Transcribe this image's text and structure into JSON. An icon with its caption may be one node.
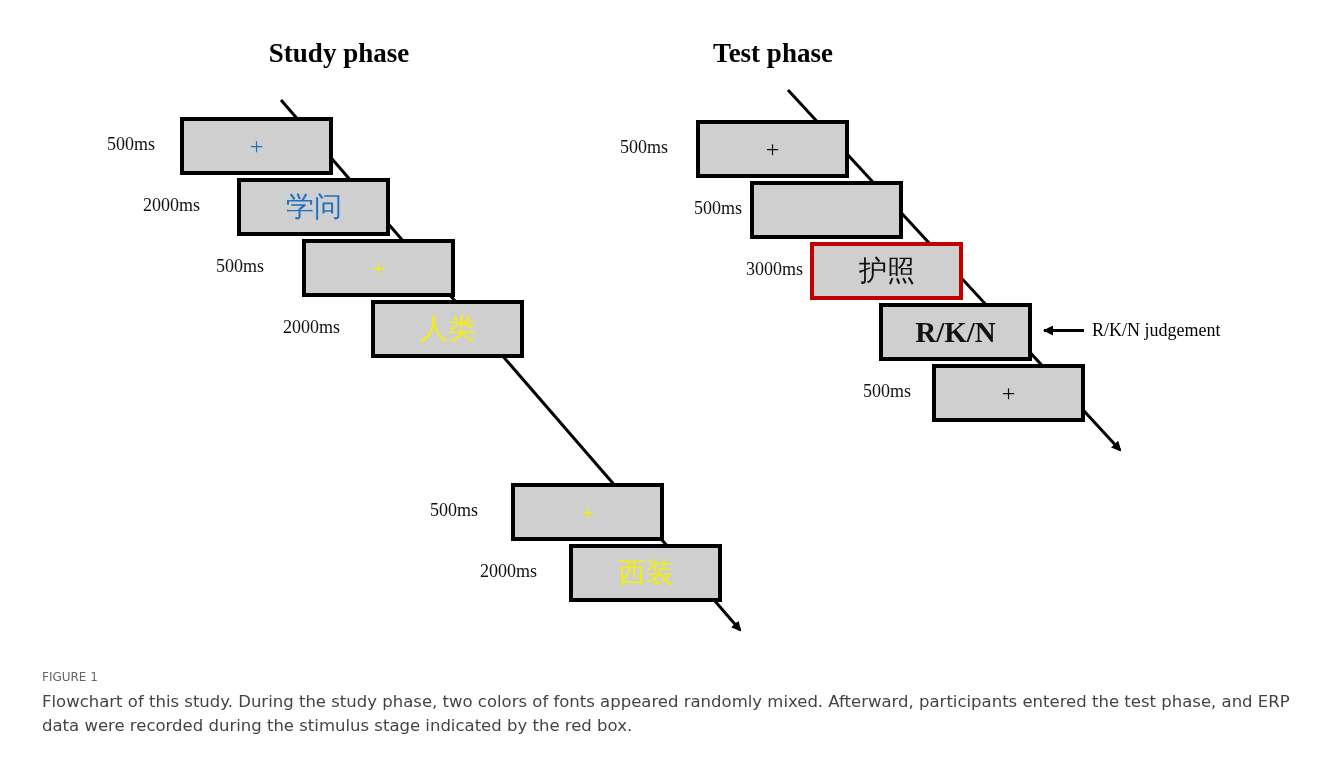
{
  "diagram": {
    "caption": "Flowchart of this study. During the study phase, two colors of fonts appeared randomly mixed. Afterward, participants entered the test phase, and ERP data were recorded during the stimulus stage indicated by the red box.",
    "nodes": [
      {
        "text": [
          "+"
        ],
        "beside": [
          "500ms"
        ]
      },
      {
        "text": [
          "学问"
        ],
        "beside": [
          "2000ms"
        ]
      },
      {
        "text": [
          "+"
        ],
        "beside": [
          "500ms"
        ]
      },
      {
        "text": [
          "人类"
        ],
        "beside": [
          "2000ms"
        ]
      },
      {
        "text": [
          "+"
        ],
        "beside": [
          "500ms"
        ]
      },
      {
        "text": [
          "西装"
        ],
        "beside": [
          "2000ms"
        ]
      },
      {
        "text": [
          "+"
        ],
        "beside": [
          "500ms"
        ]
      },
      {
        "text": [],
        "shape": "box",
        "beside": [
          "500ms"
        ]
      },
      {
        "text": [
          "护照"
        ],
        "beside": [
          "3000ms"
        ]
      },
      {
        "text": [
          "R/K/N"
        ]
      },
      {
        "text": [
          "+"
        ],
        "beside": [
          "500ms"
        ]
      },
      {
        "text": [
          "R/K/N judgement"
        ]
      }
    ],
    "edges": [
      {
        "from": 11,
        "to": 9,
        "arrow": "to"
      }
    ],
    "labels": [
      "Study phase",
      "Test phase",
      "FIGURE 1"
    ]
  }
}
